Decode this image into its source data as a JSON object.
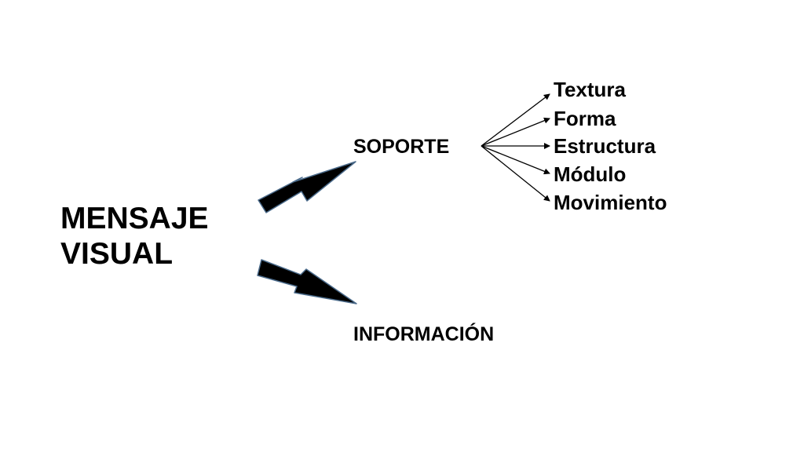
{
  "main_title": {
    "line1": "MENSAJE",
    "line2": "VISUAL"
  },
  "branches": [
    {
      "label": "SOPORTE"
    },
    {
      "label": "INFORMACIÓN"
    }
  ],
  "soporte_items": [
    {
      "label": "Textura"
    },
    {
      "label": "Forma"
    },
    {
      "label": "Estructura"
    },
    {
      "label": "Módulo"
    },
    {
      "label": "Movimiento"
    }
  ],
  "colors": {
    "text": "#000000",
    "arrow_fill": "#000000",
    "arrow_outline": "#4a6a8a",
    "background": "#ffffff"
  }
}
